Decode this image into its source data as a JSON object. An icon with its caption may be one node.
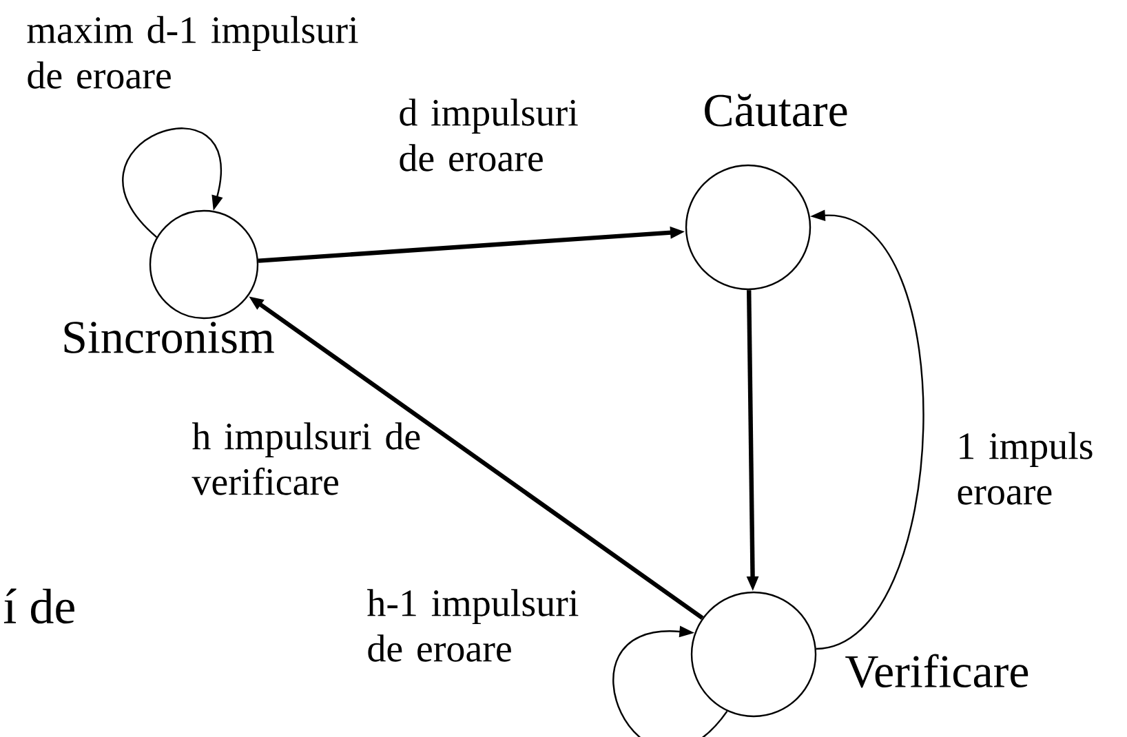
{
  "diagram": {
    "nodes": [
      {
        "text": [
          "Sincronism"
        ]
      },
      {
        "text": [
          "Căutare"
        ]
      },
      {
        "text": [
          "Verificare"
        ]
      }
    ],
    "edges": [
      {
        "from": 0,
        "to": 0,
        "arrow": "to",
        "label": "maxim d-1 impulsuri de eroare"
      },
      {
        "from": 0,
        "to": 1,
        "arrow": "to",
        "label": "d impulsuri de eroare",
        "style": "thick"
      },
      {
        "from": 1,
        "to": 2,
        "arrow": "to",
        "style": "thick"
      },
      {
        "from": 2,
        "to": 0,
        "arrow": "to",
        "label": "h impulsuri de verificare",
        "style": "thick"
      },
      {
        "from": 2,
        "to": 1,
        "arrow": "to",
        "label": "1 impuls eroare"
      },
      {
        "from": 2,
        "to": 2,
        "arrow": "to",
        "label": "h-1 impulsuri de eroare"
      }
    ],
    "labels": [
      "í de"
    ]
  }
}
